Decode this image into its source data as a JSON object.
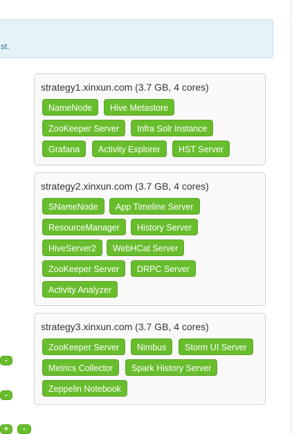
{
  "info_alert": {
    "text_fragment": "st."
  },
  "hosts": [
    {
      "title": "strategy1.xinxun.com (3.7 GB, 4 cores)",
      "components": [
        "NameNode",
        "Hive Metastore",
        "ZooKeeper Server",
        "Infra Solr Instance",
        "Grafana",
        "Activity Explorer",
        "HST Server"
      ]
    },
    {
      "title": "strategy2.xinxun.com (3.7 GB, 4 cores)",
      "components": [
        "SNameNode",
        "App Timeline Server",
        "ResourceManager",
        "History Server",
        "HiveServer2",
        "WebHCat Server",
        "ZooKeeper Server",
        "DRPC Server",
        "Activity Analyzer"
      ]
    },
    {
      "title": "strategy3.xinxun.com (3.7 GB, 4 cores)",
      "components": [
        "ZooKeeper Server",
        "Nimbus",
        "Storm UI Server",
        "Metrics Collector",
        "Spark History Server",
        "Zeppelin Notebook"
      ]
    }
  ],
  "controls": {
    "remove_label": "-",
    "add_label": "+"
  },
  "colors": {
    "component_label_bg": "#68bd2d",
    "alert_bg": "#e5f2f8",
    "alert_text": "#31708f",
    "card_bg": "#f9f9f9",
    "card_border": "#cfcfcf"
  }
}
